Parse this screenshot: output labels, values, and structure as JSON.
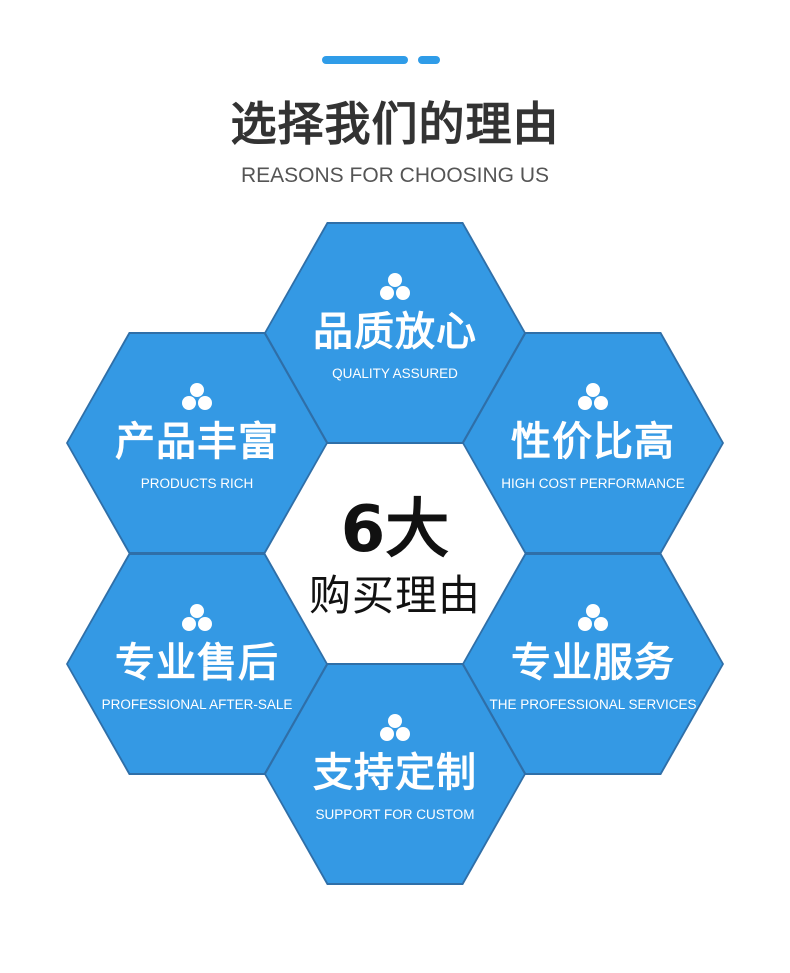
{
  "header": {
    "title": "选择我们的理由",
    "subtitle": "REASONS FOR CHOOSING US",
    "accent_color": "#2f9ce8"
  },
  "center": {
    "number": "6大",
    "text": "购买理由"
  },
  "hexagons": [
    {
      "title": "品质放心",
      "subtitle": "QUALITY ASSURED",
      "icon": "cubes-icon"
    },
    {
      "title": "产品丰富",
      "subtitle": "PRODUCTS RICH",
      "icon": "cubes-icon"
    },
    {
      "title": "性价比高",
      "subtitle": "HIGH COST PERFORMANCE",
      "icon": "cubes-icon"
    },
    {
      "title": "专业售后",
      "subtitle": "PROFESSIONAL AFTER-SALE",
      "icon": "cubes-icon"
    },
    {
      "title": "专业服务",
      "subtitle": "THE PROFESSIONAL SERVICES",
      "icon": "cubes-icon"
    },
    {
      "title": "支持定制",
      "subtitle": "SUPPORT FOR CUSTOM",
      "icon": "cubes-icon"
    }
  ],
  "colors": {
    "hex_fill": "#3499e4",
    "hex_border": "#2f6fa8"
  }
}
